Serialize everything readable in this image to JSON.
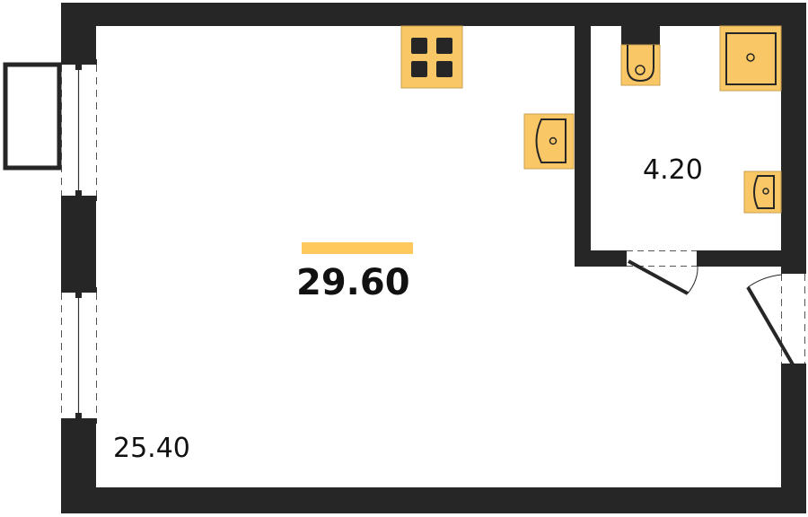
{
  "plan": {
    "total_area": "29.60",
    "bathroom_area": "4.20",
    "living_area": "25.40"
  },
  "colors": {
    "wall": "#262626",
    "fixture": "#F9C766",
    "accent_bar": "#FFC95E"
  }
}
